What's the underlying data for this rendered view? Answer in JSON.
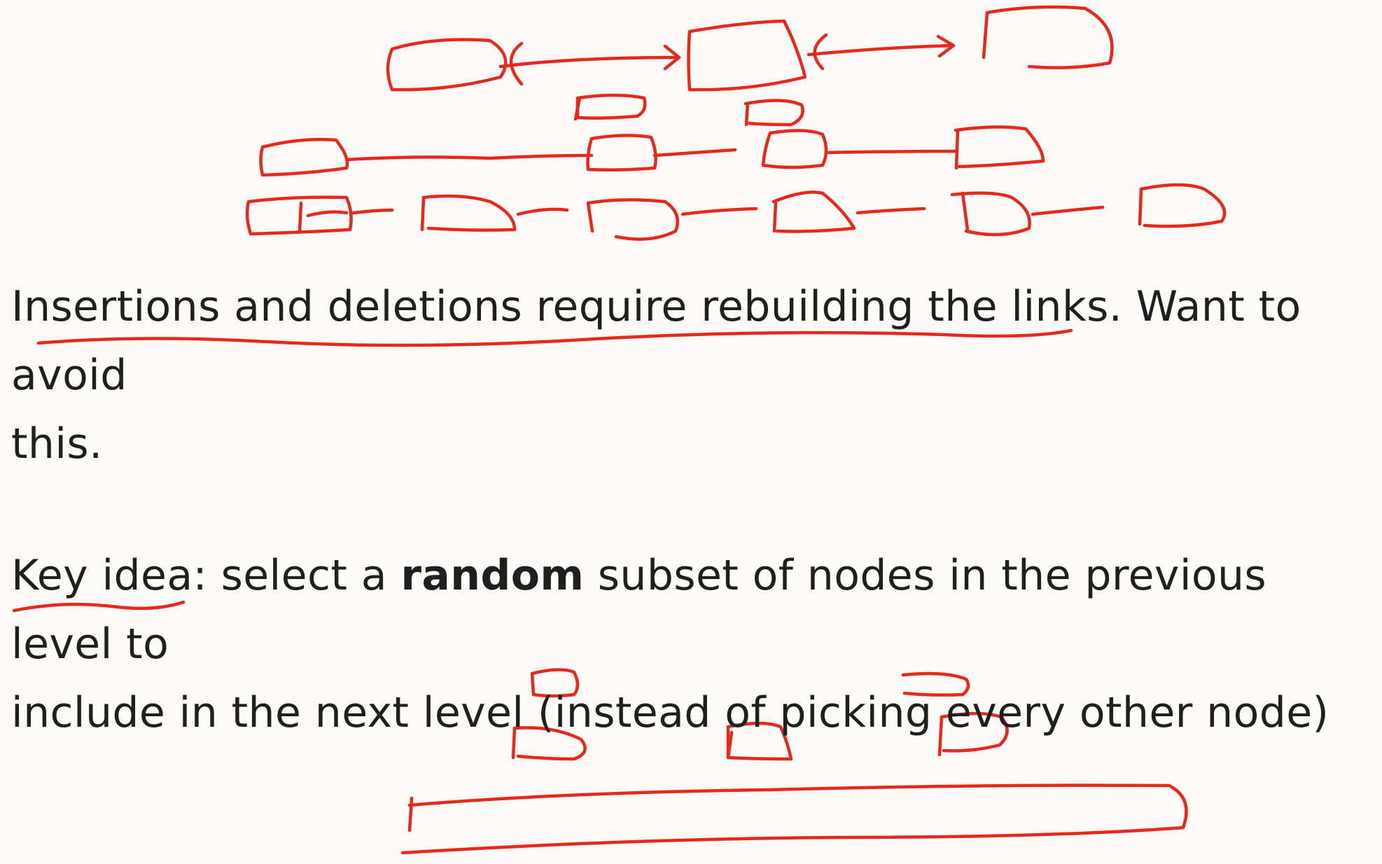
{
  "text": {
    "line1": "Insertions and deletions require rebuilding the links.  Want to avoid",
    "line1_cont": "this.",
    "line2_label": "Key idea",
    "line2_colon": ": select a ",
    "line2_bold": "random",
    "line2_rest": " subset of nodes in the previous level to",
    "line3": "include in the next level (instead of picking every other node)"
  },
  "colors": {
    "ink": "#e8281c",
    "text": "#1f1f1f",
    "background": "#fcfbf7"
  }
}
